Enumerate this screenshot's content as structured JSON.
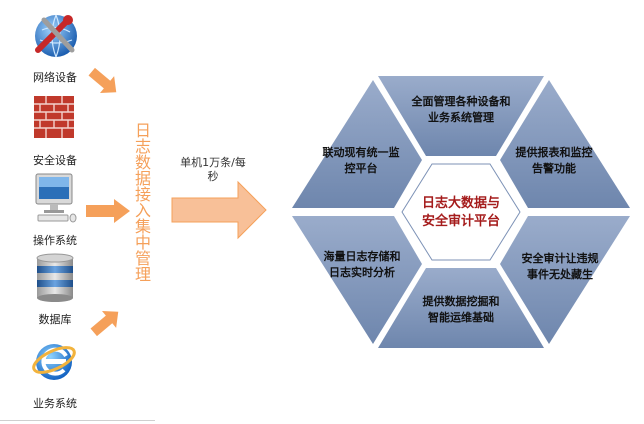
{
  "sources": [
    {
      "label": "网络设备",
      "icon": "network-tools-icon"
    },
    {
      "label": "安全设备",
      "icon": "firewall-brick-icon"
    },
    {
      "label": "操作系统",
      "icon": "computer-icon"
    },
    {
      "label": "数据库",
      "icon": "database-icon"
    },
    {
      "label": "业务系统",
      "icon": "browser-e-icon"
    }
  ],
  "collector_title": "日志数据接入集中管理",
  "rate_text": "单机1万条/每秒",
  "center": {
    "line1": "日志大数据与",
    "line2": "安全审计平台"
  },
  "segments": [
    {
      "line1": "全面管理各种设备和",
      "line2": "业务系统管理"
    },
    {
      "line1": "提供报表和监控",
      "line2": "告警功能"
    },
    {
      "line1": "安全审计让违规",
      "line2": "事件无处藏生"
    },
    {
      "line1": "提供数据挖掘和",
      "line2": "智能运维基础"
    },
    {
      "line1": "海量日志存储和",
      "line2": "日志实时分析"
    },
    {
      "line1": "联动现有统一监",
      "line2": "控平台"
    }
  ],
  "colors": {
    "accent_orange": "#f5a05a",
    "hex_blue": "#7a90b4",
    "center_text": "#a51c1c"
  }
}
